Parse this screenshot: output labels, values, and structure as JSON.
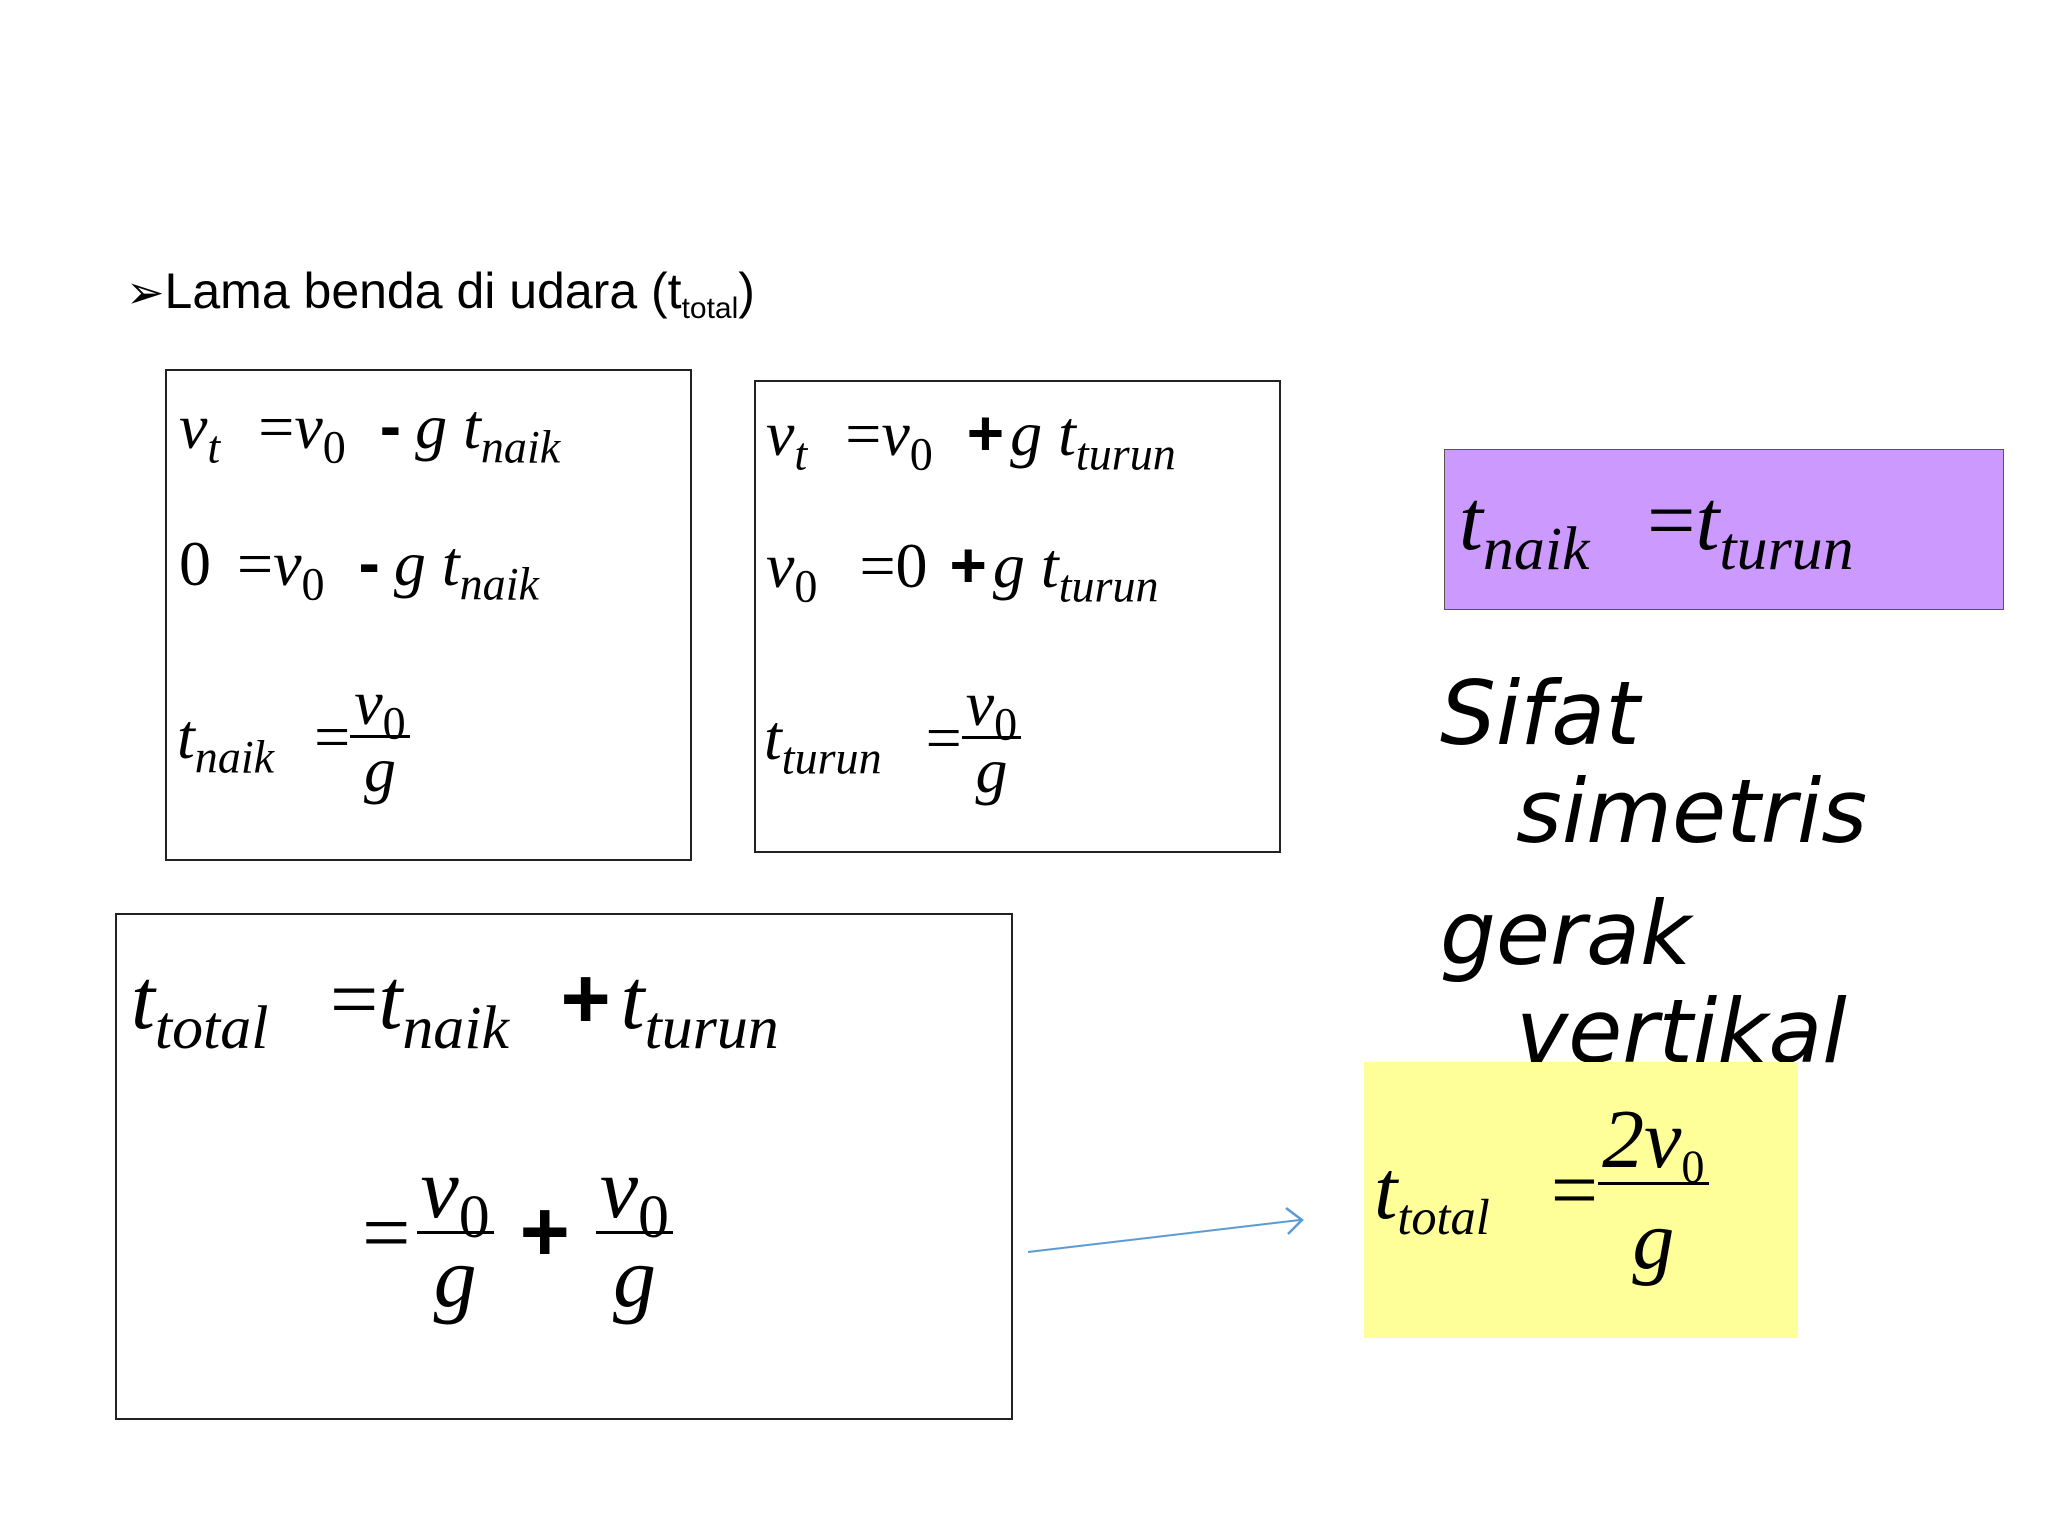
{
  "heading": {
    "bullet": "➢",
    "text": "Lama benda di udara (t",
    "sub": "total",
    "close": ")"
  },
  "box_naik": {
    "l1": {
      "a": "v",
      "a_sub": "t",
      "eq": "=",
      "b": "v",
      "b_sub": "0",
      "op": "-",
      "c": "g t",
      "c_sub": "naik"
    },
    "l2": {
      "a": "0",
      "eq": "=",
      "b": "v",
      "b_sub": "0",
      "op": "-",
      "c": "g t",
      "c_sub": "naik"
    },
    "l3": {
      "a": "t",
      "a_sub": "naik",
      "eq": "=",
      "num": "v",
      "num_sub": "0",
      "den": "g"
    }
  },
  "box_turun": {
    "l1": {
      "a": "v",
      "a_sub": "t",
      "eq": "=",
      "b": "v",
      "b_sub": "0",
      "op": "+",
      "c": "g t",
      "c_sub": "turun"
    },
    "l2": {
      "a": "v",
      "a_sub": "0",
      "eq": "=",
      "b": "0",
      "op": "+",
      "c": "g t",
      "c_sub": "turun"
    },
    "l3": {
      "a": "t",
      "a_sub": "turun",
      "eq": "=",
      "num": "v",
      "num_sub": "0",
      "den": "g"
    }
  },
  "purple_box": {
    "a": "t",
    "a_sub": "naik",
    "eq": "=",
    "b": "t",
    "b_sub": "turun",
    "bg": "#cc99ff"
  },
  "sifat_text": {
    "line1": "Sifat",
    "line2": "simetris",
    "line3": "gerak",
    "line4": "vertikal"
  },
  "box_total": {
    "l1": {
      "a": "t",
      "a_sub": "total",
      "eq": "=",
      "b": "t",
      "b_sub": "naik",
      "op": "+",
      "c": "t",
      "c_sub": "turun"
    },
    "l2": {
      "eq": "=",
      "num1": "v",
      "num1_sub": "0",
      "den1": "g",
      "op": "+",
      "num2": "v",
      "num2_sub": "0",
      "den2": "g"
    }
  },
  "yellow_box": {
    "a": "t",
    "a_sub": "total",
    "eq": "=",
    "num": "2v",
    "num_sub": "0",
    "den": "g",
    "bg": "#ffff99"
  },
  "arrow": {
    "color": "#5b9bd5"
  }
}
